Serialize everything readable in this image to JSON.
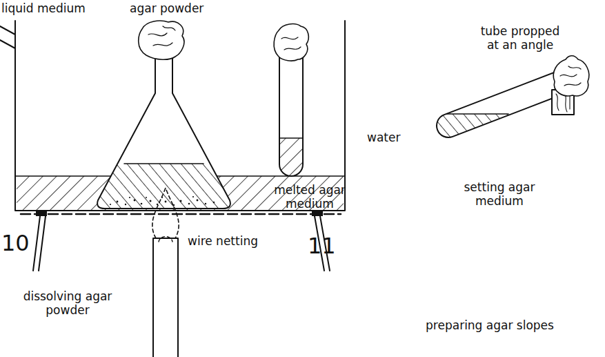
{
  "diagram": {
    "labels": [
      "liquid medium",
      "agar powder",
      "water",
      "10",
      "wire netting",
      "dissolving agar powder",
      "melted agar medium",
      "11",
      "tube propped at an angle",
      "setting agar medium",
      "preparing agar slopes"
    ]
  }
}
